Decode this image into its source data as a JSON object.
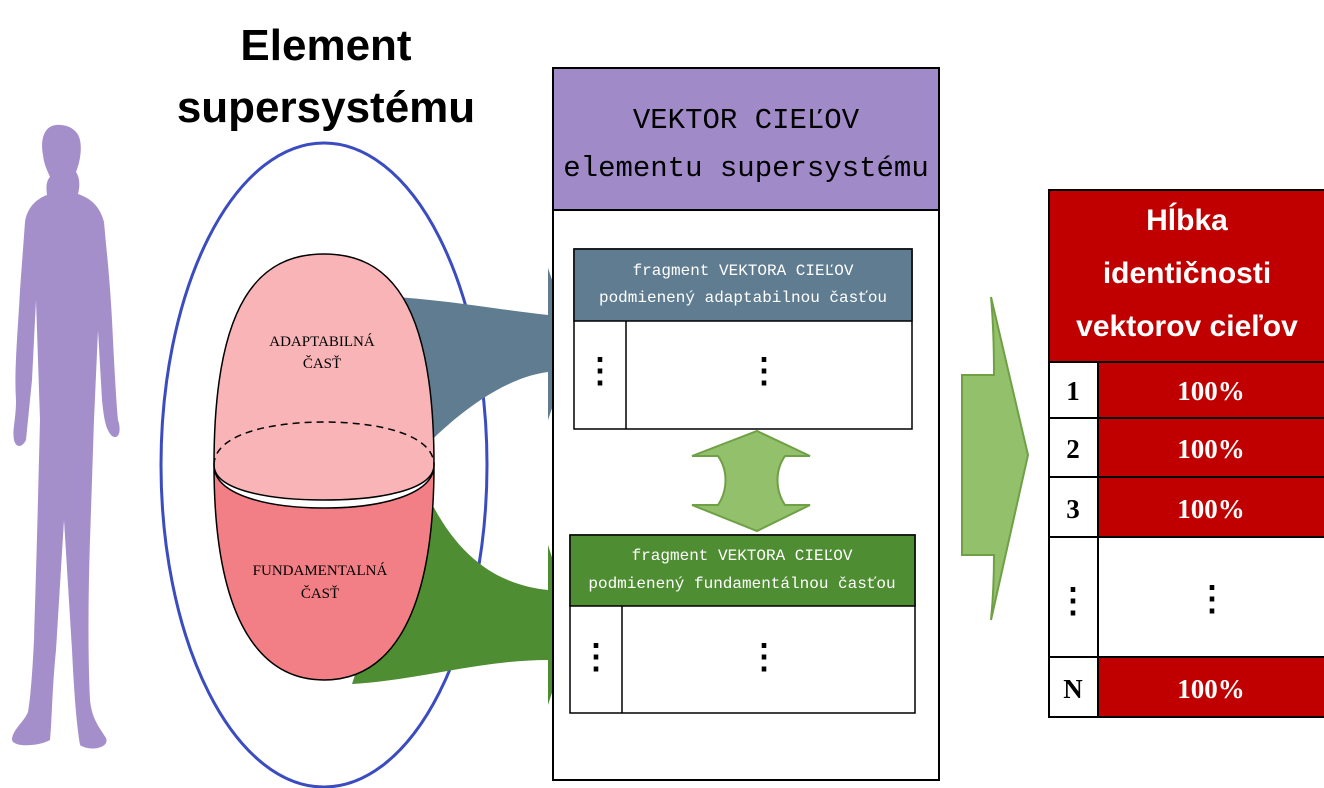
{
  "title": {
    "line1": "Element",
    "line2": "supersystému"
  },
  "ellipsoid": {
    "adaptive_line1": "ADAPTABILNÁ",
    "adaptive_line2": "ČASŤ",
    "fundamental_line1": "FUNDAMENTALNÁ",
    "fundamental_line2": "ČASŤ"
  },
  "vector": {
    "header_line1": "VEKTOR CIEĽOV",
    "header_line2": "elementu supersystému",
    "fragment_adaptive_line1": "fragment VEKTORA CIEĽOV",
    "fragment_adaptive_line2": "podmienený adaptabilnou časťou",
    "fragment_fundamental_line1": "fragment VEKTORA CIEĽOV",
    "fragment_fundamental_line2": "podmienený fundamentálnou časťou",
    "ellipsis": "⋮"
  },
  "identity_table": {
    "header_line1": "Hĺbka",
    "header_line2": "identičnosti",
    "header_line3": "vektorov cieľov",
    "rows": [
      {
        "index": "1",
        "value": "100%"
      },
      {
        "index": "2",
        "value": "100%"
      },
      {
        "index": "3",
        "value": "100%"
      },
      {
        "index": "⋮",
        "value": "⋮"
      },
      {
        "index": "N",
        "value": "100%"
      }
    ]
  },
  "colors": {
    "person": "#a58fcb",
    "circle": "#3b4cc0",
    "adaptive_fill": "#f8b4b7",
    "fundamental_fill": "#f27f85",
    "adaptive_arrow": "#5f7c90",
    "fundamental_arrow": "#4e8d32",
    "vector_header": "#a08ac8",
    "fragment_adaptive_header": "#5f7c90",
    "fragment_fundamental_header": "#4e8d32",
    "double_arrow": "#93c06a",
    "big_arrow": "#93c06a",
    "table_red": "#c00000"
  }
}
